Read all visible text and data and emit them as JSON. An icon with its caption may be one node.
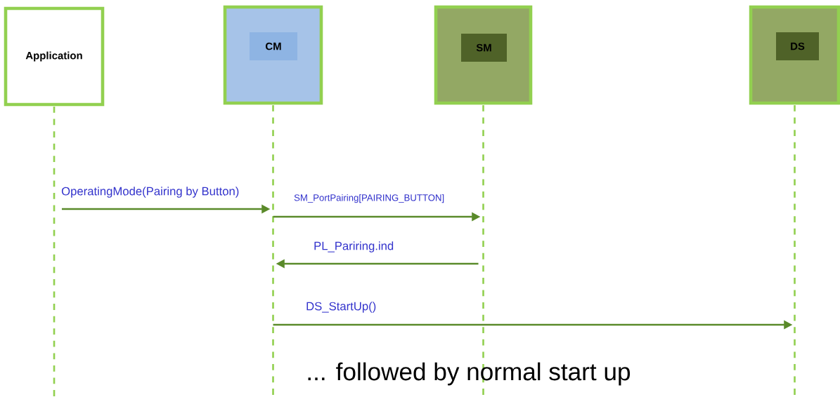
{
  "diagram": {
    "nodes": [
      {
        "text": [
          "Application"
        ]
      },
      {
        "text": [],
        "shape": "box"
      },
      {
        "text": [
          "CM"
        ],
        "in": 1
      },
      {
        "text": [],
        "shape": "box"
      },
      {
        "text": [
          "SM"
        ],
        "in": 3
      },
      {
        "text": [],
        "shape": "box"
      },
      {
        "text": [
          "DS"
        ],
        "in": 5
      }
    ],
    "edges": [
      {
        "from": 0,
        "to": 1,
        "arrow": "to",
        "label": "OperatingMode(Pairing by Button)"
      },
      {
        "from": 1,
        "to": 3,
        "arrow": "to",
        "label": "SM_PortPairing[PAIRING_BUTTON]"
      },
      {
        "from": 3,
        "to": 1,
        "arrow": "to",
        "label": "PL_Pariring.ind"
      },
      {
        "from": 1,
        "to": 5,
        "arrow": "to",
        "label": "DS_StartUp()"
      }
    ],
    "labels": [
      "... followed by normal start up"
    ]
  }
}
